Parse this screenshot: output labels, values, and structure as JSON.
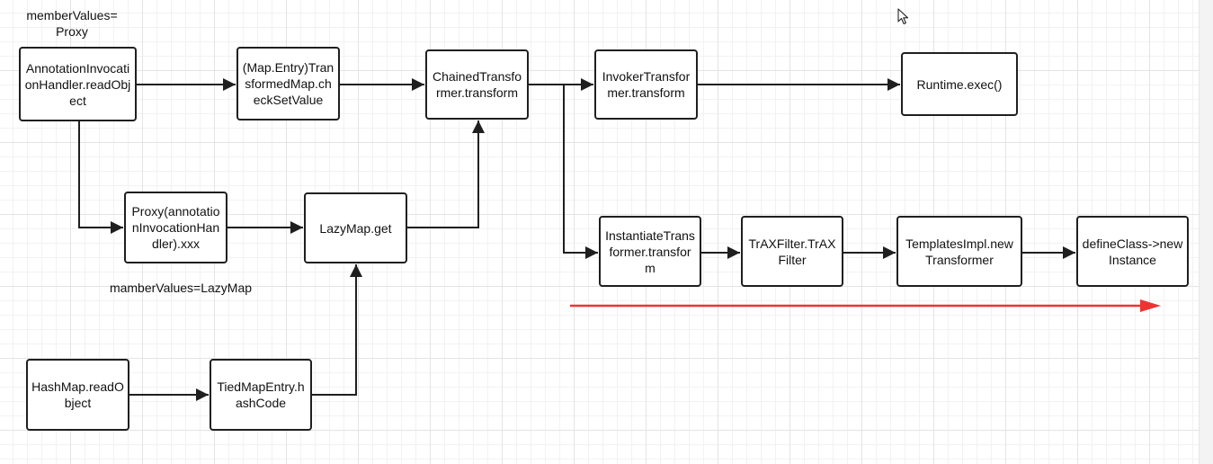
{
  "nodes": {
    "annotation_readobject": "AnnotationInvocationHandler.readObject",
    "transformedmap_checksetvalue": "(Map.Entry)TransformedMap.checkSetValue",
    "chained_transform": "ChainedTransformer.transform",
    "invoker_transform": "InvokerTransformer.transform",
    "runtime_exec": "Runtime.exec()",
    "proxy_handler": "Proxy(annotationInvocationHandler).xxx",
    "lazymap_get": "LazyMap.get",
    "instantiate_transform": "InstantiateTransformer.transform",
    "traxfilter": "TrAXFilter.TrAXFilter",
    "templatesimpl": "TemplatesImpl.newTransformer",
    "defineclass": "defineClass->newInstance",
    "hashmap_readobject": "HashMap.readObject",
    "tiedmapentry_hashcode": "TiedMapEntry.hashCode"
  },
  "labels": {
    "member_values_proxy_line1": "memberValues=",
    "member_values_proxy_line2": "Proxy",
    "member_values_lazymap": "mamberValues=LazyMap"
  },
  "colors": {
    "node_border": "#1f1f1f",
    "edge": "#1f1f1f",
    "highlight_arrow": "#ee3333"
  },
  "icons": {
    "cursor": "mouse-pointer-icon"
  }
}
